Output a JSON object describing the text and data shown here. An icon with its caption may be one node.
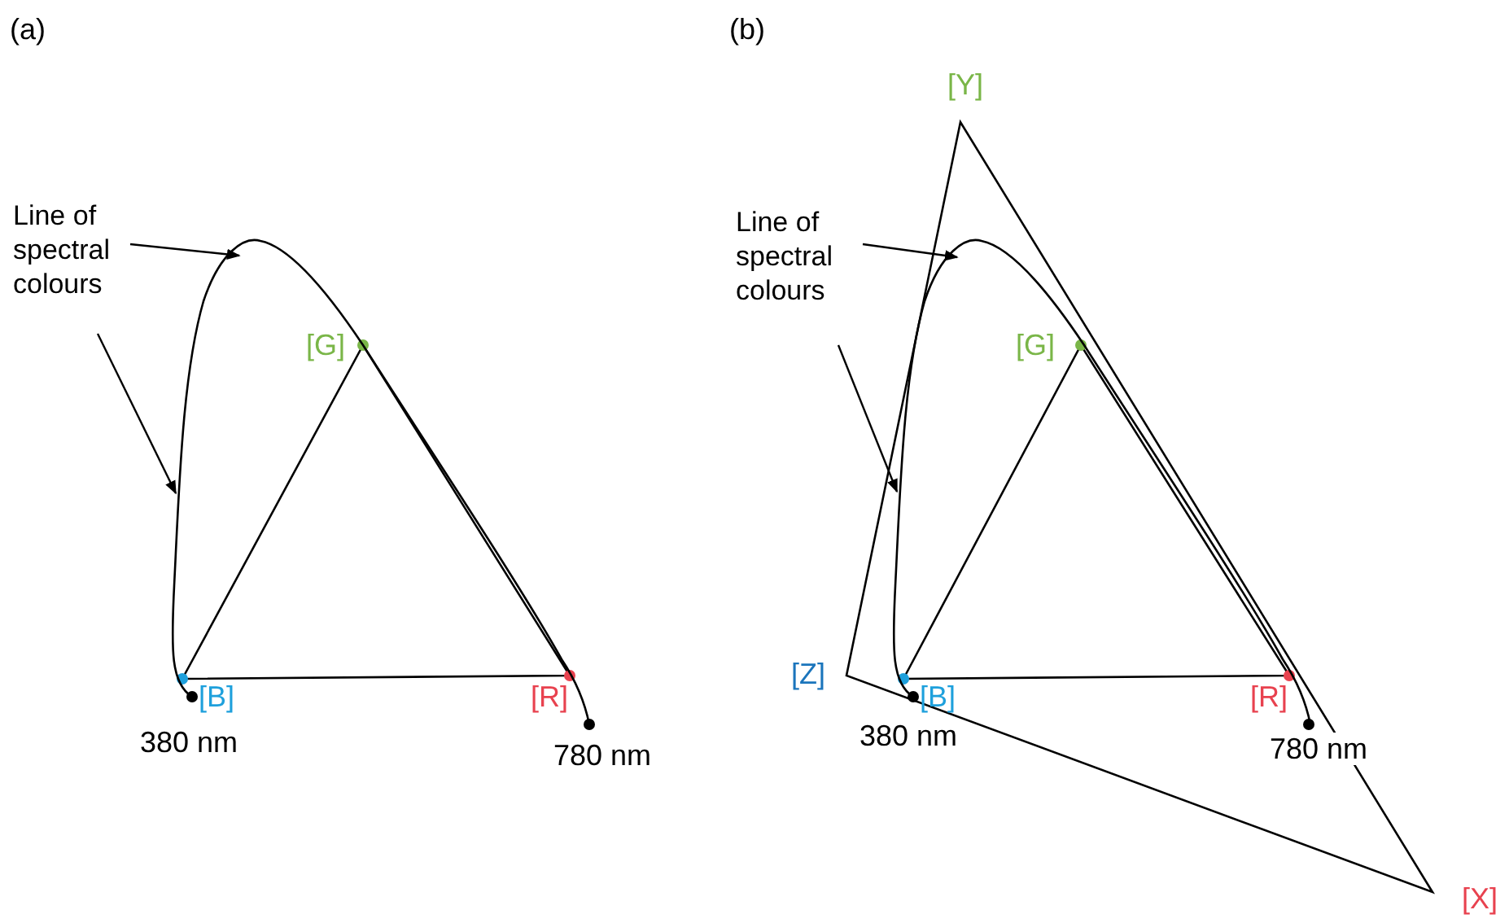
{
  "diagram": {
    "nodes": [
      {
        "text": [
          "Line of spectral colours"
        ]
      },
      {
        "text": [],
        "shape": "picture"
      },
      {
        "text": [
          "Line of spectral colours"
        ]
      },
      {
        "text": [],
        "shape": "picture"
      }
    ],
    "edges": [
      {
        "from": 0,
        "to": 1,
        "arrow": "to"
      },
      {
        "from": 0,
        "to": 1,
        "arrow": "to"
      },
      {
        "from": 2,
        "to": 3,
        "arrow": "to"
      },
      {
        "from": 2,
        "to": 3,
        "arrow": "to"
      }
    ],
    "labels": [
      "(a)",
      "(b)",
      "[Y]",
      "[G]",
      "[G]",
      "[Z]",
      "[B]",
      "[R]",
      "[B]",
      "[R]",
      "380 nm",
      "780 nm",
      "380 nm",
      "780 nm",
      "[X]"
    ]
  }
}
